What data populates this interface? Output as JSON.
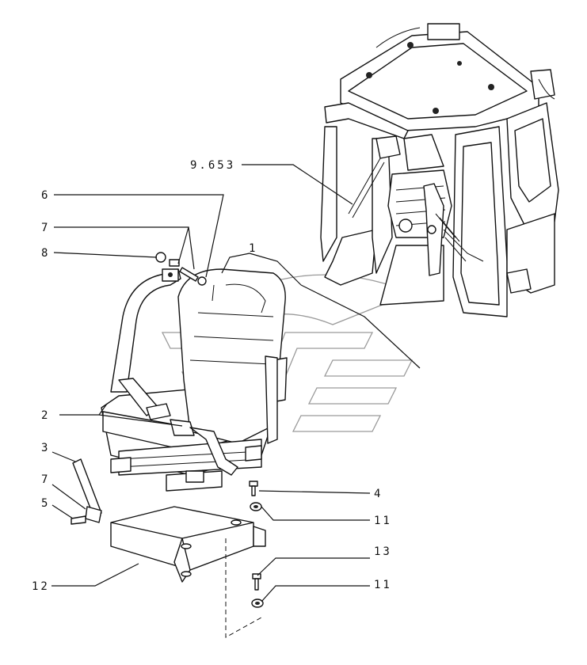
{
  "callouts": [
    {
      "id": "c-9653",
      "text": "9.653"
    },
    {
      "id": "c-6",
      "text": "6"
    },
    {
      "id": "c-7a",
      "text": "7"
    },
    {
      "id": "c-8",
      "text": "8"
    },
    {
      "id": "c-1",
      "text": "1"
    },
    {
      "id": "c-2",
      "text": "2"
    },
    {
      "id": "c-3",
      "text": "3"
    },
    {
      "id": "c-7b",
      "text": "7"
    },
    {
      "id": "c-5",
      "text": "5"
    },
    {
      "id": "c-4",
      "text": "4"
    },
    {
      "id": "c-11a",
      "text": "11"
    },
    {
      "id": "c-13",
      "text": "13"
    },
    {
      "id": "c-11b",
      "text": "11"
    },
    {
      "id": "c-12",
      "text": "12"
    }
  ]
}
